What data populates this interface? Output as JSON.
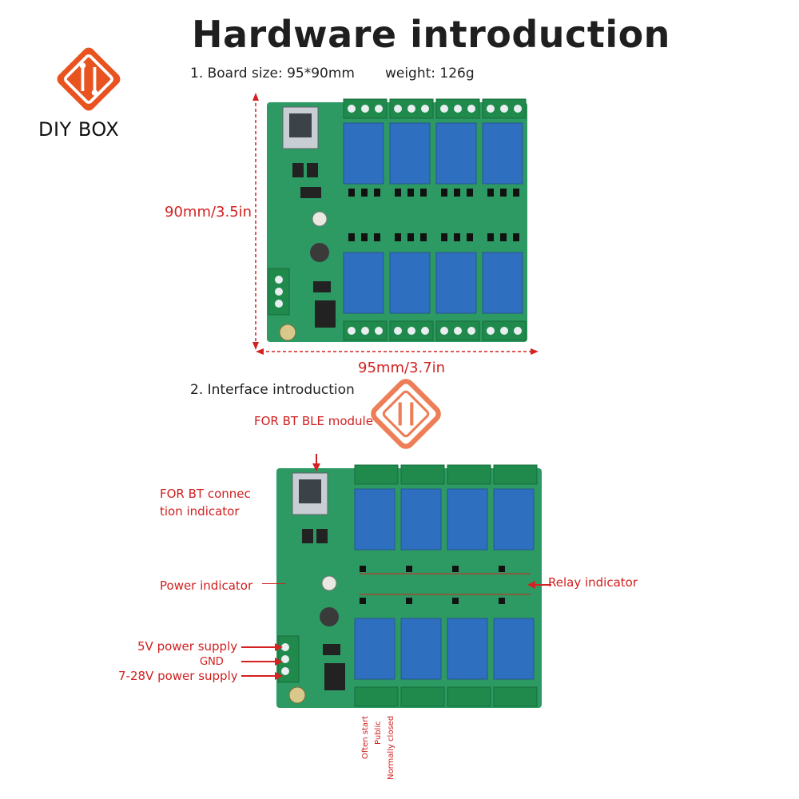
{
  "header": {
    "title": "Hardware introduction"
  },
  "brand": {
    "name": "DIY BOX",
    "color": "#e8531f"
  },
  "section1": {
    "board_size": "1. Board size: 95*90mm",
    "weight": "weight: 126g",
    "height_label": "90mm/3.5in",
    "width_label": "95mm/3.7in"
  },
  "section2": {
    "title": "2. Interface introduction",
    "labels": {
      "ble_module": "FOR BT BLE module",
      "bt_indicator_line1": "FOR BT connec",
      "bt_indicator_line2": "tion indicator",
      "power_indicator": "Power indicator",
      "relay_indicator": "Relay indicator",
      "five_v": "5V power supply",
      "gnd": "GND",
      "seven_28v": "7-28V power supply",
      "often_start": "Often start",
      "public": "Public",
      "normally_closed": "Normally closed"
    }
  },
  "colors": {
    "pcb": "#2e9a63",
    "relay": "#2f6fc0",
    "terminal": "#1f8a4c",
    "accent": "#d42121"
  }
}
